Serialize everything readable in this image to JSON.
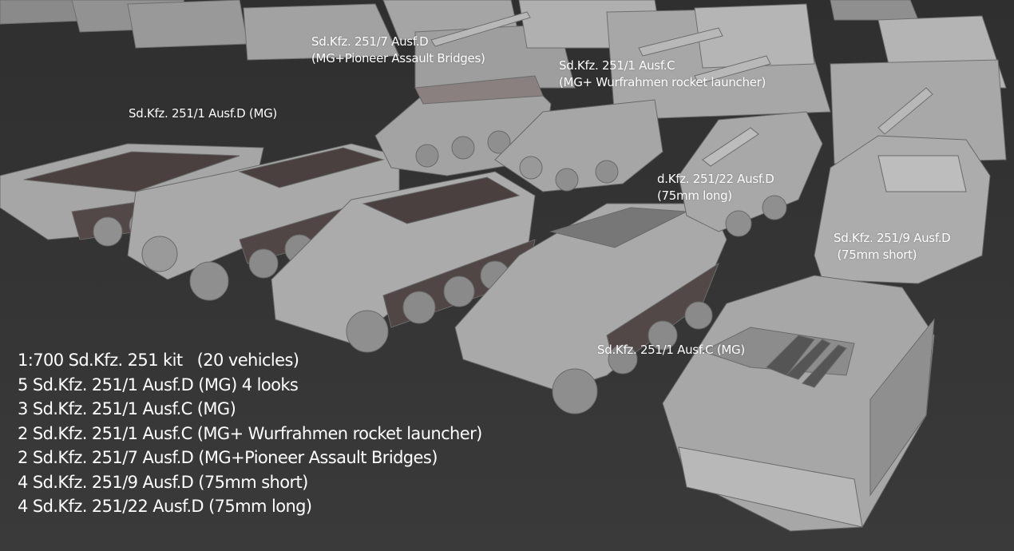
{
  "image": {
    "description": "3D render of 1:700 scale Sd.Kfz. 251 half-track models with tanks in the background on a dark grey backdrop",
    "background_color": "#363636",
    "model_color": "#a9a9a9"
  },
  "labels": [
    {
      "id": "251-7",
      "lines": [
        "Sd.Kfz. 251/7 Ausf.D",
        "(MG+Pioneer Assault Bridges)"
      ]
    },
    {
      "id": "251-1c-rocket",
      "lines": [
        "Sd.Kfz. 251/1 Ausf.C",
        "(MG+ Wurfrahmen rocket launcher)"
      ]
    },
    {
      "id": "251-1d",
      "lines": [
        "Sd.Kfz. 251/1 Ausf.D (MG)"
      ]
    },
    {
      "id": "251-22",
      "lines": [
        "d.Kfz. 251/22 Ausf.D",
        "(75mm long)"
      ]
    },
    {
      "id": "251-9",
      "lines": [
        "Sd.Kfz. 251/9 Ausf.D",
        " (75mm short)"
      ]
    },
    {
      "id": "251-1c",
      "lines": [
        "Sd.Kfz. 251/1 Ausf.C (MG)"
      ]
    }
  ],
  "summary": {
    "title": "1:700 Sd.Kfz. 251 kit   (20 vehicles)",
    "items": [
      "5 Sd.Kfz. 251/1 Ausf.D (MG) 4 looks",
      "3 Sd.Kfz. 251/1 Ausf.C (MG)",
      "2 Sd.Kfz. 251/1 Ausf.C (MG+ Wurfrahmen rocket launcher)",
      "2 Sd.Kfz. 251/7 Ausf.D (MG+Pioneer Assault Bridges)",
      "4 Sd.Kfz. 251/9 Ausf.D (75mm short)",
      "4 Sd.Kfz. 251/22 Ausf.D (75mm long)"
    ]
  }
}
